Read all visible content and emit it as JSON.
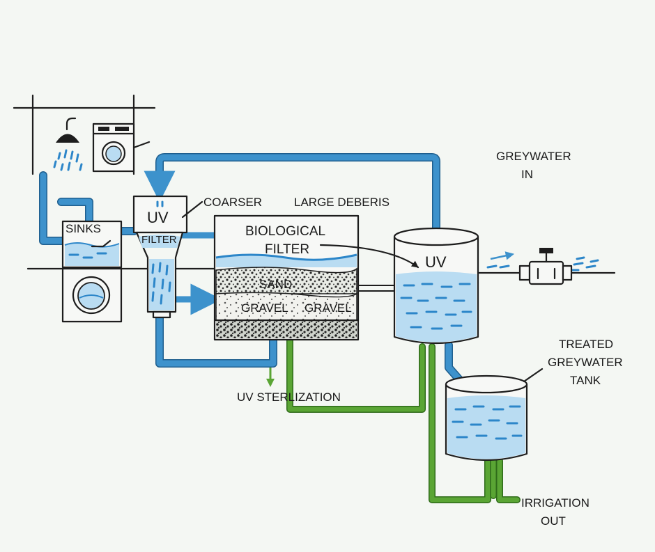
{
  "labels": {
    "greywater_in": [
      "GREYWATER",
      "IN"
    ],
    "sinks": "SINKS",
    "uv_small": "UV",
    "filter": "FILTER",
    "coarser": "COARSER",
    "large_debris": "LARGE DEBERIS",
    "biological_filter": [
      "BIOLOGICAL",
      "FILTER"
    ],
    "sand": "SAND",
    "gravel_left": "GRAVEL",
    "gravel_right": "GRAVEL",
    "uv_sterilization": "UV STERLIZATION",
    "uv_tank": "UV",
    "treated_tank": [
      "TREATED",
      "GREYWATER",
      "TANK"
    ],
    "irrigation_out": [
      "IRRIGATION",
      "OUT"
    ]
  },
  "icons": [
    "shower-icon",
    "washing-machine-icon",
    "valve-icon"
  ],
  "colors": {
    "pipe_blue": "#3d92cc",
    "pipe_green": "#5aa534",
    "water": "#b9dcf2",
    "ink": "#1d1d1d",
    "background": "#f4f7f3"
  }
}
